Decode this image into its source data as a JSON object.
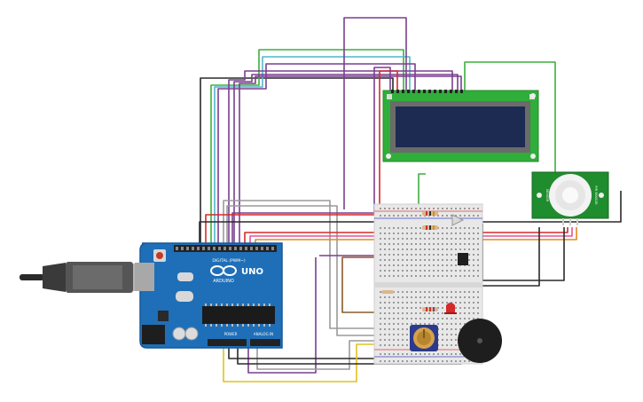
{
  "arduino": {
    "board_name": "UNO",
    "brand": "ARDUINO",
    "digital_header": "DIGITAL (PWM~)",
    "power_header": "POWER",
    "analog_header": "ANALOG IN",
    "brand_color": "#1f6fb8"
  },
  "lcd": {
    "component": "16x2 LCD",
    "pcb_color": "#2fae3a",
    "screen_color": "#1d2b52"
  },
  "pir": {
    "component": "PIR motion sensor",
    "left_label": "SENSOR",
    "right_label": "PIR SENSOR",
    "pcb_color": "#1f8c2e"
  },
  "components": [
    "usb-cable",
    "arduino-uno",
    "lcd-16x2",
    "breadboard",
    "pir-sensor",
    "potentiometer",
    "piezo-buzzer",
    "red-led",
    "resistors",
    "ic-chip"
  ],
  "wire_colors": {
    "red": "#d42a2a",
    "green": "#3fae3f",
    "purple": "#7a3f8f",
    "black": "#2a2a2a",
    "gray": "#9a9a9a",
    "yellow": "#e0c21a",
    "cyan": "#4fb9c8",
    "brown": "#8a5a2a",
    "orange": "#e38a1a",
    "pink": "#e2549c"
  }
}
